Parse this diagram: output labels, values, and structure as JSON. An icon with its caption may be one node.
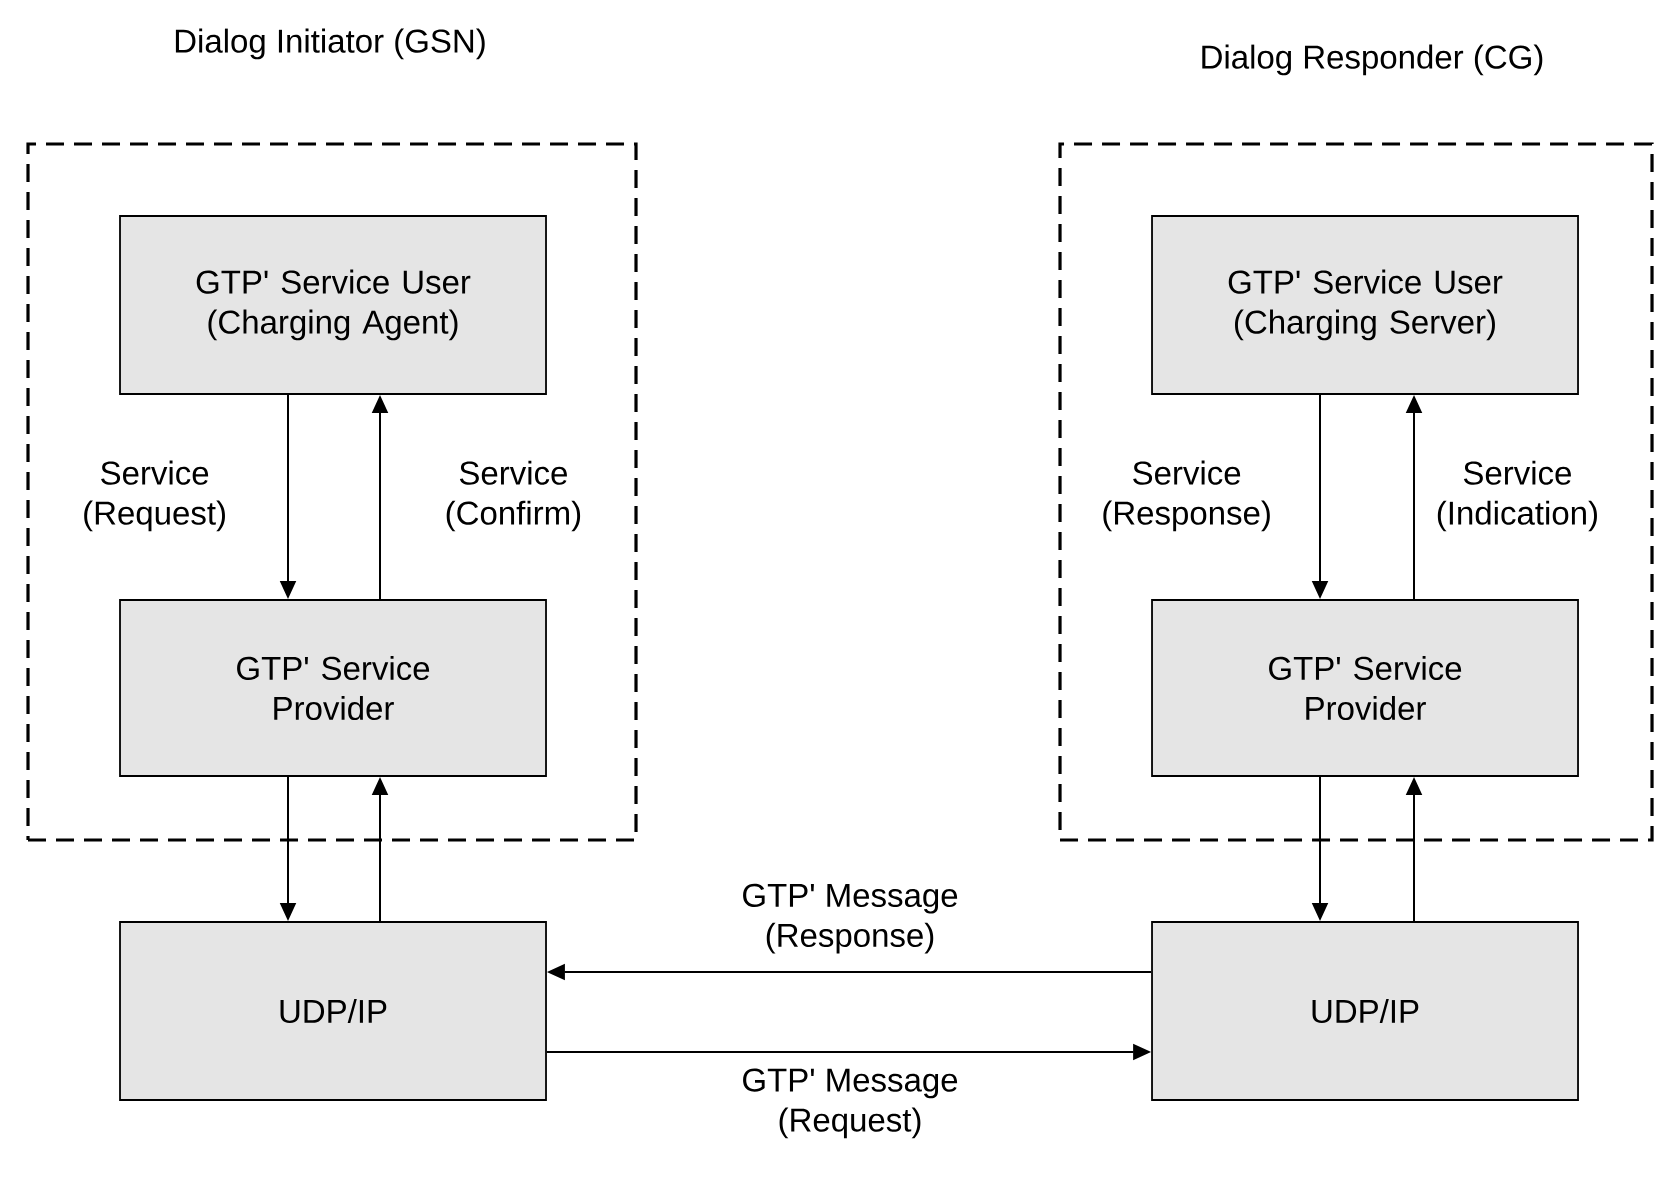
{
  "diagram": {
    "nodes": [
      {
        "text": [
          "Dialog Initiator (GSN)"
        ]
      },
      {
        "text": [
          "GTP' Service User (Charging Agent)"
        ],
        "in": 0
      },
      {
        "text": [
          "GTP' Service Provider"
        ],
        "in": 0
      },
      {
        "text": [
          "Dialog Responder (CG)"
        ]
      },
      {
        "text": [
          "GTP' Service User (Charging Server)"
        ],
        "in": 3
      },
      {
        "text": [
          "GTP' Service Provider"
        ],
        "in": 3
      },
      {
        "text": [
          "UDP/IP"
        ]
      },
      {
        "text": [
          "UDP/IP"
        ]
      }
    ],
    "edges": [
      {
        "from": 1,
        "to": 2,
        "arrow": "to",
        "label": "Service (Request)"
      },
      {
        "from": 2,
        "to": 1,
        "arrow": "to",
        "label": "Service (Confirm)"
      },
      {
        "from": 2,
        "to": 6,
        "arrow": "to"
      },
      {
        "from": 6,
        "to": 2,
        "arrow": "to"
      },
      {
        "from": 4,
        "to": 5,
        "arrow": "to",
        "label": "Service (Response)"
      },
      {
        "from": 5,
        "to": 4,
        "arrow": "to",
        "label": "Service (Indication)"
      },
      {
        "from": 5,
        "to": 7,
        "arrow": "to"
      },
      {
        "from": 7,
        "to": 5,
        "arrow": "to"
      },
      {
        "from": 7,
        "to": 6,
        "arrow": "to",
        "label": "GTP' Message (Response)"
      },
      {
        "from": 6,
        "to": 7,
        "arrow": "to",
        "label": "GTP' Message (Request)"
      }
    ]
  }
}
